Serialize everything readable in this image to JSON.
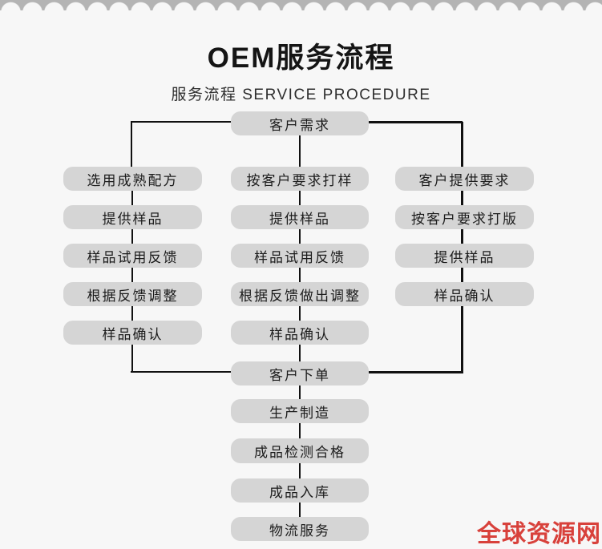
{
  "header": {
    "title": "OEM服务流程",
    "subtitle": "服务流程 SERVICE PROCEDURE"
  },
  "flow": {
    "start": "客户需求",
    "left": [
      "选用成熟配方",
      "提供样品",
      "样品试用反馈",
      "根据反馈调整",
      "样品确认"
    ],
    "middle": [
      "按客户要求打样",
      "提供样品",
      "样品试用反馈",
      "根据反馈做出调整",
      "样品确认"
    ],
    "right": [
      "客户提供要求",
      "按客户要求打版",
      "提供样品",
      "样品确认"
    ],
    "tail": [
      "客户下单",
      "生产制造",
      "成品检测合格",
      "成品入库",
      "物流服务"
    ]
  },
  "watermark": {
    "text": "全球资源网",
    "color": "#d8413b"
  },
  "colors": {
    "page_bg": "#f7f7f7",
    "node_bg": "#d5d5d5",
    "line": "#111111",
    "serration_gray": "#b4b4b4",
    "title_text": "#151515"
  }
}
